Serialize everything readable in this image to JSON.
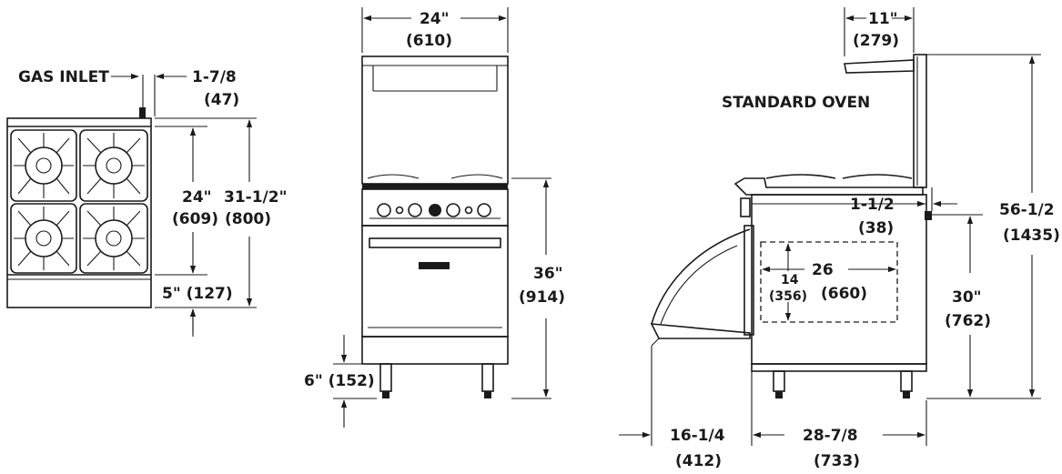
{
  "top_view": {
    "gas_inlet_label": "GAS INLET",
    "inlet_offset": "1-7/8",
    "inlet_offset_mm": "(47)",
    "grate_depth": "24\"",
    "grate_depth_mm": "(609)",
    "overall_depth": "31-1/2\"",
    "overall_depth_mm": "(800)",
    "front_rail": "5\" (127)"
  },
  "front_view": {
    "width": "24\"",
    "width_mm": "(610)",
    "height": "36\"",
    "height_mm": "(914)",
    "legs": "6\" (152)"
  },
  "side_view": {
    "title": "STANDARD OVEN",
    "shelf_depth": "11\"",
    "shelf_depth_mm": "(279)",
    "rear_offset": "1-1/2",
    "rear_offset_mm": "(38)",
    "overall_height": "56-1/2",
    "overall_height_mm": "(1435)",
    "inlet_height": "30\"",
    "inlet_height_mm": "(762)",
    "oven_depth": "26",
    "oven_depth_mm": "(660)",
    "oven_height": "14",
    "oven_height_mm": "(356)",
    "door_swing": "16-1/4",
    "door_swing_mm": "(412)",
    "body_depth": "28-7/8",
    "body_depth_mm": "(733)"
  }
}
